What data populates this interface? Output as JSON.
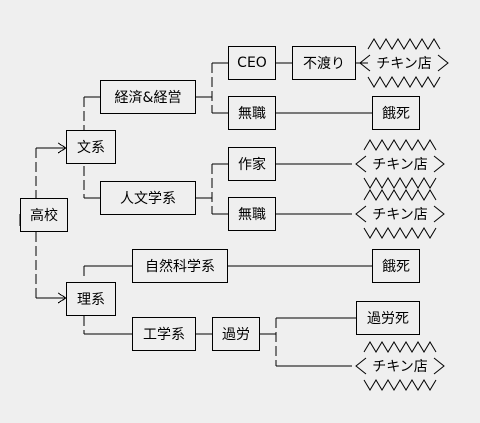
{
  "nodes": {
    "koukou": "高校",
    "bunkei": "文系",
    "rikei": "理系",
    "keizai": "経済&経営",
    "jinbun": "人文学系",
    "shizen": "自然科学系",
    "kougaku": "工学系",
    "ceo": "CEO",
    "mushoku1": "無職",
    "sakka": "作家",
    "mushoku2": "無職",
    "kaji": "過労",
    "fuwatari": "不渡り",
    "gashi1": "餓死",
    "gashi2": "餓死",
    "karoushi": "過労死"
  },
  "chicken": [
    "チキン店",
    "チキン店",
    "チキン店",
    "チキン店"
  ],
  "colors": {
    "line": "#000000",
    "background": "#efefef"
  }
}
